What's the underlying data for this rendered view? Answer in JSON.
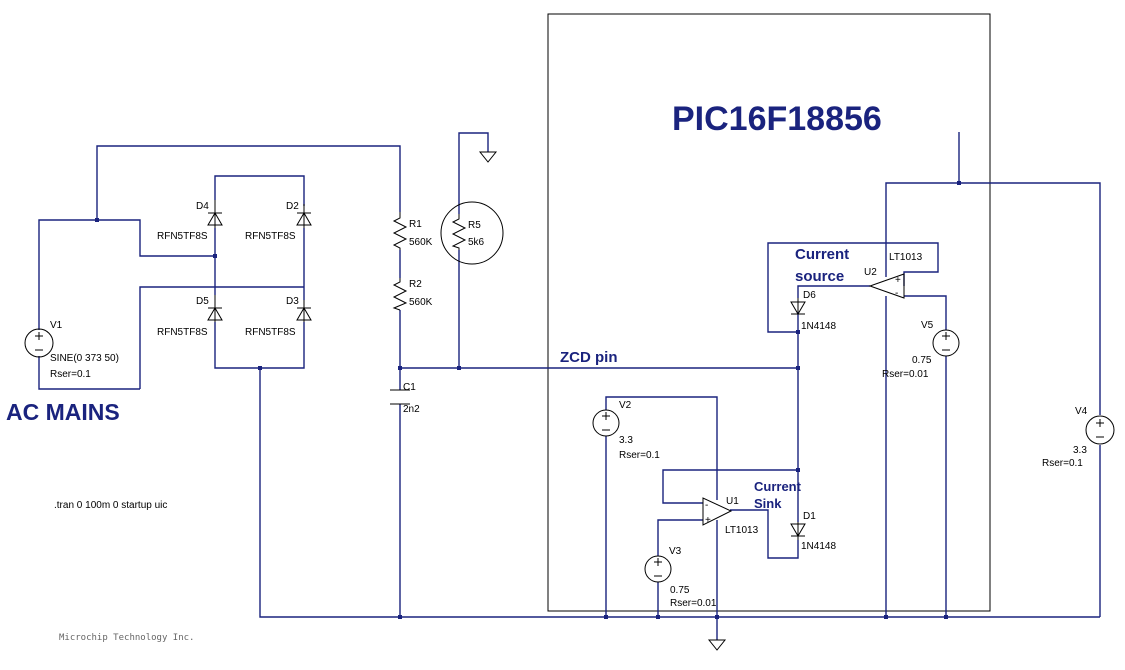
{
  "chip_label": "PIC16F18856",
  "mains_label": "AC MAINS",
  "zcd_label": "ZCD pin",
  "source_label_1": "Current",
  "source_label_2": "source",
  "sink_label_1": "Current",
  "sink_label_2": "Sink",
  "directive": ".tran 0 100m 0 startup uic",
  "footer": "Microchip Technology Inc.",
  "components": {
    "V1": {
      "name": "V1",
      "value": "SINE(0 373 50)",
      "rser": "Rser=0.1"
    },
    "V2": {
      "name": "V2",
      "value": "3.3",
      "rser": "Rser=0.1"
    },
    "V3": {
      "name": "V3",
      "value": "0.75",
      "rser": "Rser=0.01"
    },
    "V4": {
      "name": "V4",
      "value": "3.3",
      "rser": "Rser=0.1"
    },
    "V5": {
      "name": "V5",
      "value": "0.75",
      "rser": "Rser=0.01"
    },
    "D1": {
      "name": "D1",
      "value": "1N4148"
    },
    "D2": {
      "name": "D2",
      "value": "RFN5TF8S"
    },
    "D3": {
      "name": "D3",
      "value": "RFN5TF8S"
    },
    "D4": {
      "name": "D4",
      "value": "RFN5TF8S"
    },
    "D5": {
      "name": "D5",
      "value": "RFN5TF8S"
    },
    "D6": {
      "name": "D6",
      "value": "1N4148"
    },
    "R1": {
      "name": "R1",
      "value": "560K"
    },
    "R2": {
      "name": "R2",
      "value": "560K"
    },
    "R5": {
      "name": "R5",
      "value": "5k6"
    },
    "C1": {
      "name": "C1",
      "value": "2n2"
    },
    "U1": {
      "name": "U1",
      "value": "LT1013"
    },
    "U2": {
      "name": "U2",
      "value": "LT1013"
    }
  }
}
